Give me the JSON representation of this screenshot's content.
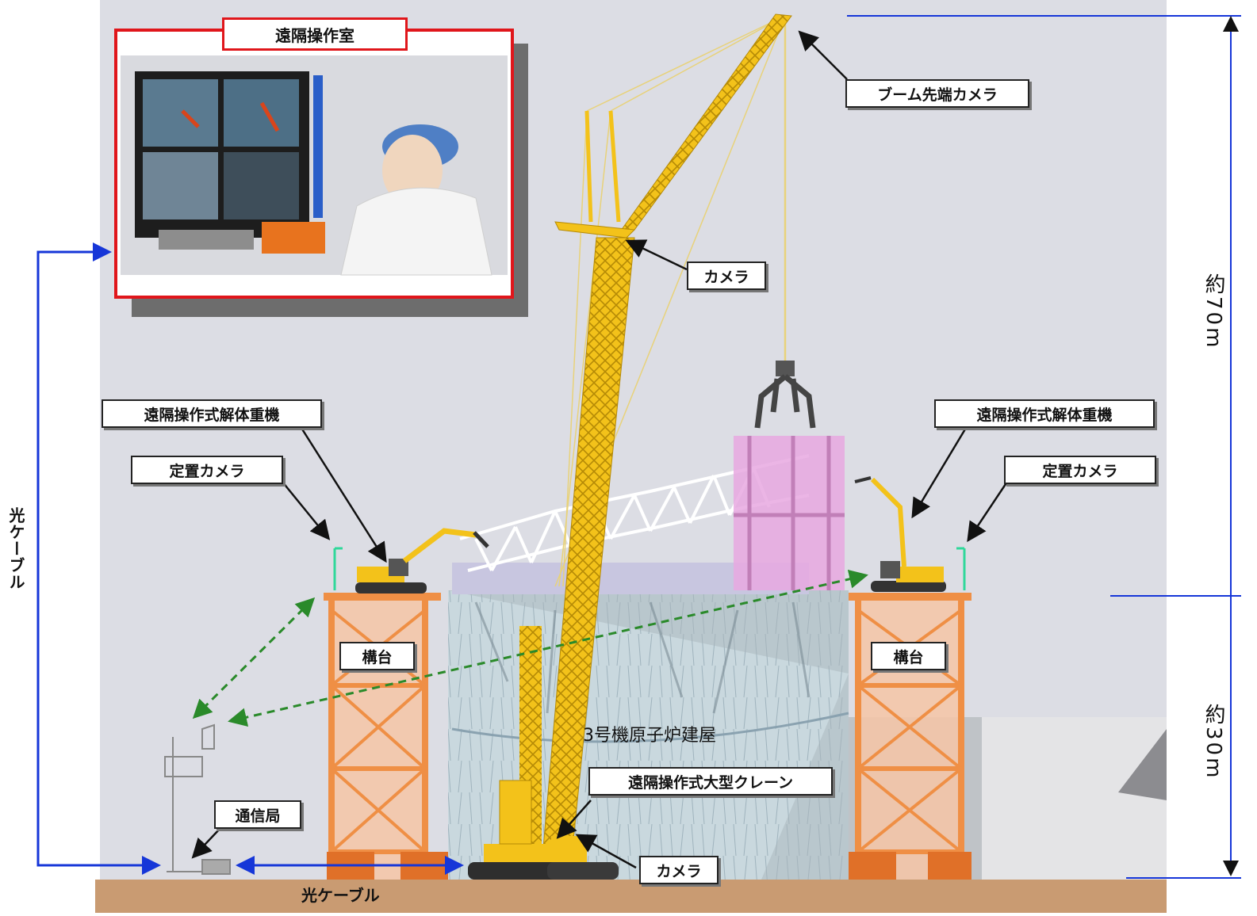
{
  "title_box": "遠隔操作室",
  "labels": {
    "boom_tip_camera": "ブーム先端カメラ",
    "camera_upper": "カメラ",
    "camera_lower": "カメラ",
    "demolition_left": "遠隔操作式解体重機",
    "demolition_right": "遠隔操作式解体重機",
    "fixed_camera_left": "定置カメラ",
    "fixed_camera_right": "定置カメラ",
    "platform_left": "構台",
    "platform_right": "構台",
    "station": "通信局",
    "large_crane": "遠隔操作式大型クレーン",
    "reactor_building": "3号機原子炉建屋",
    "optical_cable_bottom": "光ケーブル",
    "optical_cable_side": "光ケーブル"
  },
  "dimensions": {
    "height_total": "約70m",
    "height_building": "約30m"
  },
  "colors": {
    "sky": "#dcdde4",
    "ground": "#c99b72",
    "crane_yellow": "#f3c21a",
    "platform_orange": "#ef8f45",
    "platform_fill": "#f6c6a6",
    "building": "#c8d6dc",
    "red_frame": "#e0161b",
    "blue_line": "#1636d8",
    "green_dash": "#2a8a2a",
    "pink_frame": "#e7a8e0"
  }
}
